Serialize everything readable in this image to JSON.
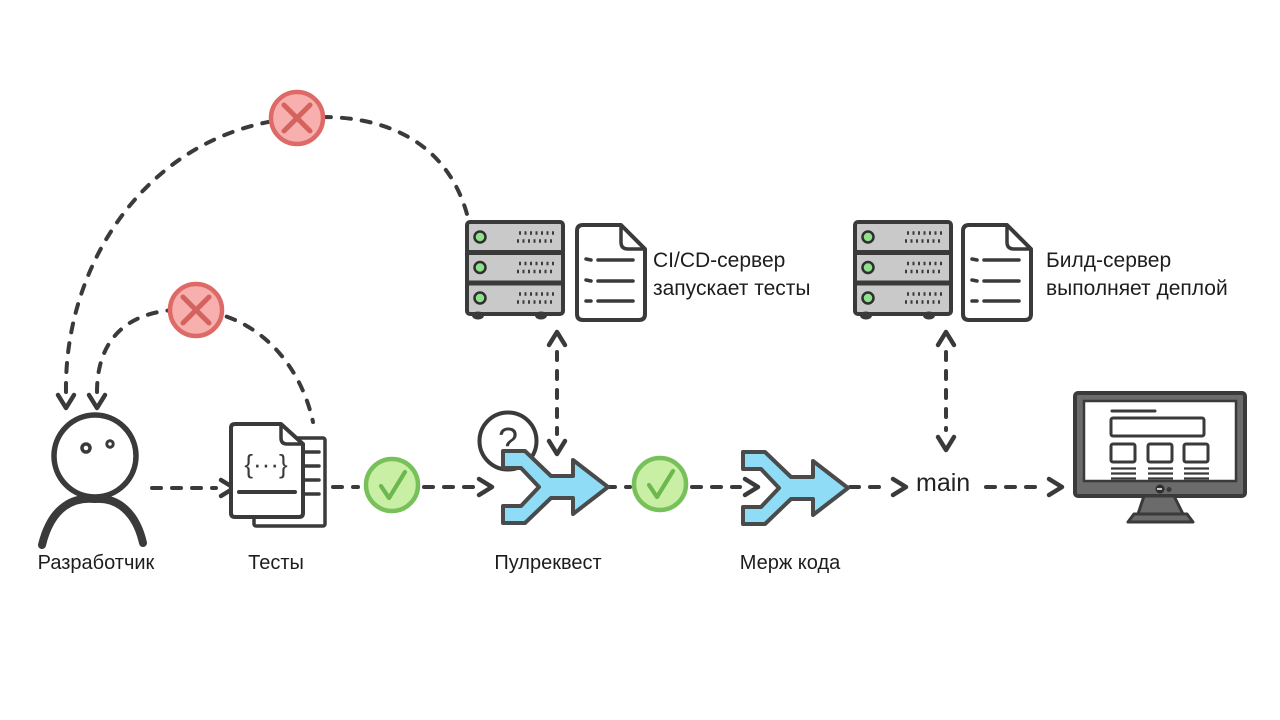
{
  "labels": {
    "developer": "Разработчик",
    "tests": "Тесты",
    "pull_request": "Пулреквест",
    "merge": "Мерж кода",
    "branch": "main",
    "ci_server_line1": "CI/CD-сервер",
    "ci_server_line2": "запускает тесты",
    "build_server_line1": "Билд-сервер",
    "build_server_line2": "выполняет деплой"
  },
  "glyphs": {
    "question": "?",
    "code_braces": "{···}"
  },
  "icons": {
    "developer": "person-icon",
    "tests": "code-documents-icon",
    "pass": "green-check-circle-icon",
    "fail": "red-cross-circle-icon",
    "pull_request": "question-merge-arrow-icon",
    "merge": "blue-merge-arrow-icon",
    "server": "server-rack-icon",
    "log": "document-list-icon",
    "production": "monitor-icon"
  },
  "colors": {
    "stroke_dark": "#3a3a3a",
    "text": "#1d1d1d",
    "arrow_blue": "#8edcf6",
    "check_green_fill": "#c8efa4",
    "check_green_stroke": "#77c05a",
    "fail_red_fill": "#f7b0ae",
    "fail_red_stroke": "#dd6a66",
    "server_gray": "#c9c9c9",
    "led_green": "#8de28b",
    "monitor_gray": "#6b6b6b"
  }
}
